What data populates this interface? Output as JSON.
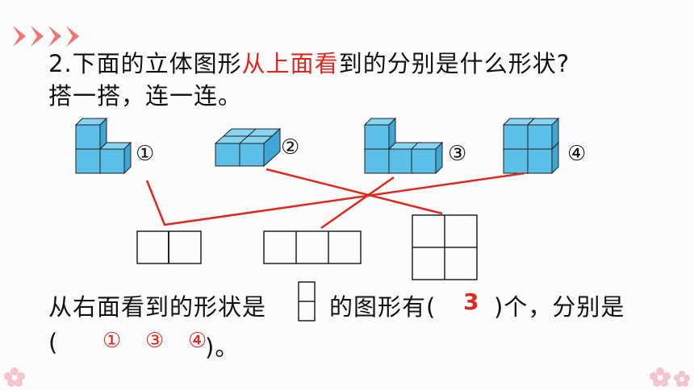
{
  "question": {
    "line1_prefix": "2.下面的立体图形",
    "line1_highlight": "从上面看",
    "line1_suffix": "到的分别是什么形状?",
    "line2": "搭一搭，连一连。"
  },
  "shapes": [
    {
      "label": "①"
    },
    {
      "label": "②"
    },
    {
      "label": "③"
    },
    {
      "label": "④"
    }
  ],
  "fill": {
    "part1": "从右面看到的形状是",
    "part2": "的图形有(",
    "part3": ")个，分别是",
    "paren_open": "(",
    "paren_close": ")。",
    "answer_count": "3",
    "answer_list": [
      "①",
      "③",
      "④"
    ]
  },
  "colors": {
    "cube_face": "#5bbfe8",
    "cube_top": "#86d3f2",
    "highlight": "#e0271f",
    "chevron": "#f2736f"
  }
}
